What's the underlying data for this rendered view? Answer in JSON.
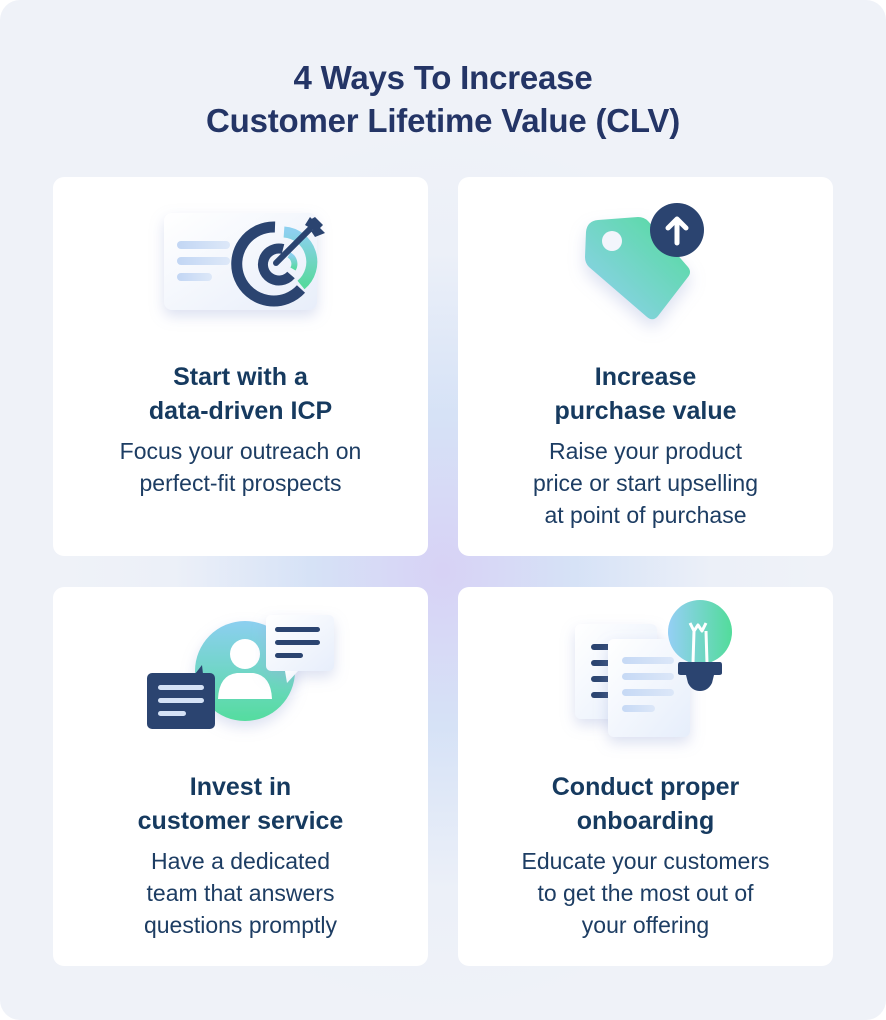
{
  "title": {
    "line1": "4 Ways To Increase",
    "line2": "Customer Lifetime Value (CLV)"
  },
  "colors": {
    "background": "#eff2f8",
    "card": "#ffffff",
    "title": "#243566",
    "heading": "#163a5f",
    "navy": "#2b4470",
    "gradient_green": "#5cd9a0",
    "gradient_blue": "#8ccff0",
    "light_bar": "#c9dcf5"
  },
  "cards": [
    {
      "icon": "target-dart-icon",
      "heading_line1": "Start with a",
      "heading_line2": "data-driven ICP",
      "desc_line1": "Focus your outreach on",
      "desc_line2": "perfect-fit prospects",
      "desc_line3": ""
    },
    {
      "icon": "price-tag-up-arrow-icon",
      "heading_line1": "Increase",
      "heading_line2": "purchase value",
      "desc_line1": "Raise your product",
      "desc_line2": "price or start upselling",
      "desc_line3": "at point of purchase"
    },
    {
      "icon": "customer-chat-icon",
      "heading_line1": "Invest in",
      "heading_line2": "customer service",
      "desc_line1": "Have a dedicated",
      "desc_line2": "team that answers",
      "desc_line3": "questions promptly"
    },
    {
      "icon": "documents-lightbulb-icon",
      "heading_line1": "Conduct proper",
      "heading_line2": "onboarding",
      "desc_line1": "Educate your customers",
      "desc_line2": "to get the most out of",
      "desc_line3": "your offering"
    }
  ]
}
